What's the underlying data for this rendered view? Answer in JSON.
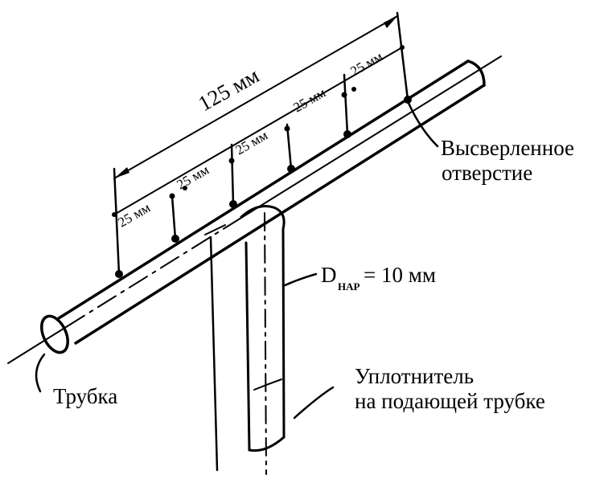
{
  "diagram": {
    "total_length_label": "125 мм",
    "segment_labels": [
      "25 мм",
      "25 мм",
      "25 мм",
      "25 мм",
      "25 мм"
    ],
    "hole_label_line1": "Высверленное",
    "hole_label_line2": "отверстие",
    "diameter_symbol": "D",
    "diameter_subscript": "НАР",
    "diameter_value": "= 10 мм",
    "tube_label": "Трубка",
    "seal_label_line1": "Уплотнитель",
    "seal_label_line2": "на подающей трубке"
  }
}
